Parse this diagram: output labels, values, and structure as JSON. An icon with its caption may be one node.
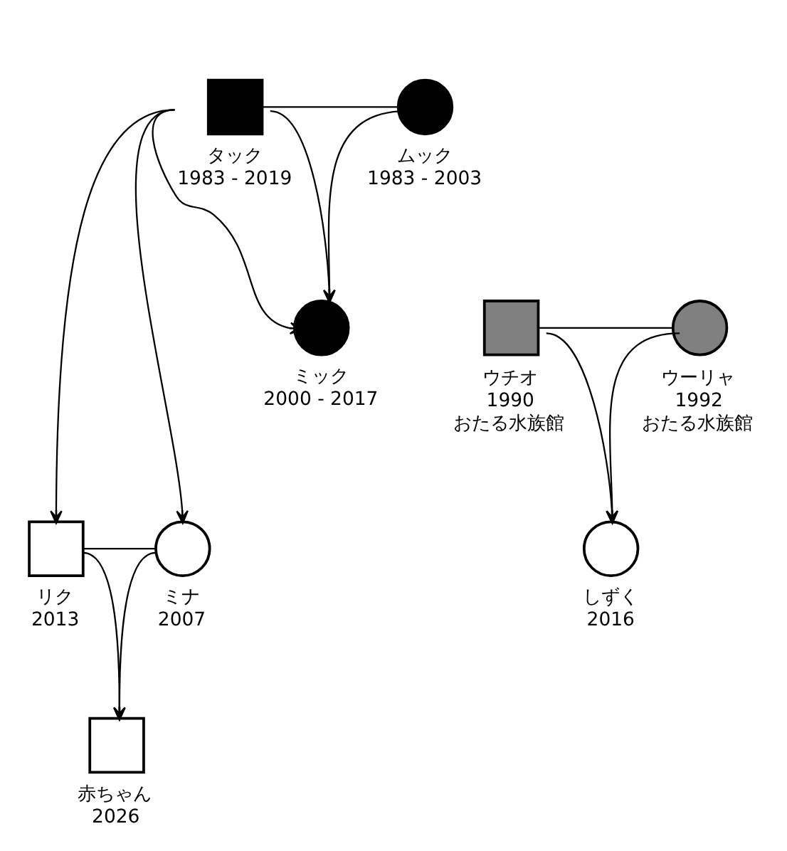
{
  "diagram": {
    "nodes": [
      {
        "text": [
          "タック",
          "1983 - 2019"
        ]
      },
      {
        "text": [
          "ムック",
          "1983 - 2003"
        ]
      },
      {
        "text": [
          "ミック",
          "2000 - 2017"
        ]
      },
      {
        "text": [
          "ウチオ",
          "1990",
          "おたる水族館"
        ]
      },
      {
        "text": [
          "ウーリャ",
          "1992",
          "おたる水族館"
        ]
      },
      {
        "text": [
          "リク",
          "2013"
        ]
      },
      {
        "text": [
          "ミナ",
          "2007"
        ]
      },
      {
        "text": [
          "しずく",
          "2016"
        ]
      },
      {
        "text": [
          "赤ちゃん",
          "2026"
        ]
      }
    ],
    "edges": [
      {
        "from": 0,
        "to": 1,
        "arrow": "none"
      },
      {
        "from": 0,
        "to": 2,
        "arrow": "to"
      },
      {
        "from": 1,
        "to": 2,
        "arrow": "to"
      },
      {
        "from": 0,
        "to": 2,
        "arrow": "to"
      },
      {
        "from": 0,
        "to": 5,
        "arrow": "to"
      },
      {
        "from": 0,
        "to": 6,
        "arrow": "to"
      },
      {
        "from": 3,
        "to": 4,
        "arrow": "none"
      },
      {
        "from": 3,
        "to": 7,
        "arrow": "to"
      },
      {
        "from": 4,
        "to": 7,
        "arrow": "to"
      },
      {
        "from": 5,
        "to": 6,
        "arrow": "none"
      },
      {
        "from": 5,
        "to": 8,
        "arrow": "to"
      },
      {
        "from": 6,
        "to": 8,
        "arrow": "to"
      }
    ]
  }
}
